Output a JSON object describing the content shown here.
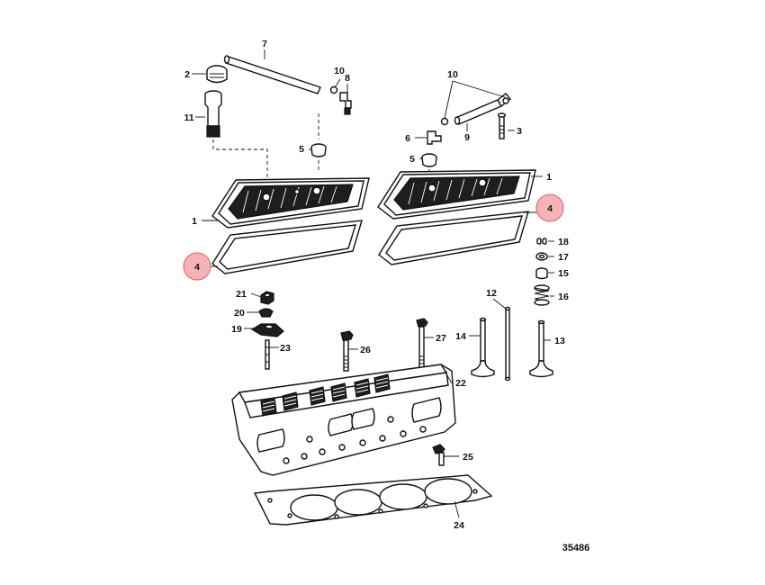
{
  "callouts": {
    "c1a": "1",
    "c1b": "1",
    "c2": "2",
    "c3": "3",
    "c4a": "4",
    "c4b": "4",
    "c5a": "5",
    "c5b": "5",
    "c6": "6",
    "c7": "7",
    "c8": "8",
    "c9": "9",
    "c10a": "10",
    "c10b": "10",
    "c11": "11",
    "c12": "12",
    "c13": "13",
    "c14": "14",
    "c15": "15",
    "c16": "16",
    "c17": "17",
    "c18": "18",
    "c19": "19",
    "c20": "20",
    "c21": "21",
    "c22": "22",
    "c23": "23",
    "c24": "24",
    "c25": "25",
    "c26": "26",
    "c27": "27"
  },
  "figure_number": "35486",
  "colors": {
    "highlight": "#f6b3b7",
    "highlight_stroke": "#e35b64",
    "ink": "#111111"
  }
}
